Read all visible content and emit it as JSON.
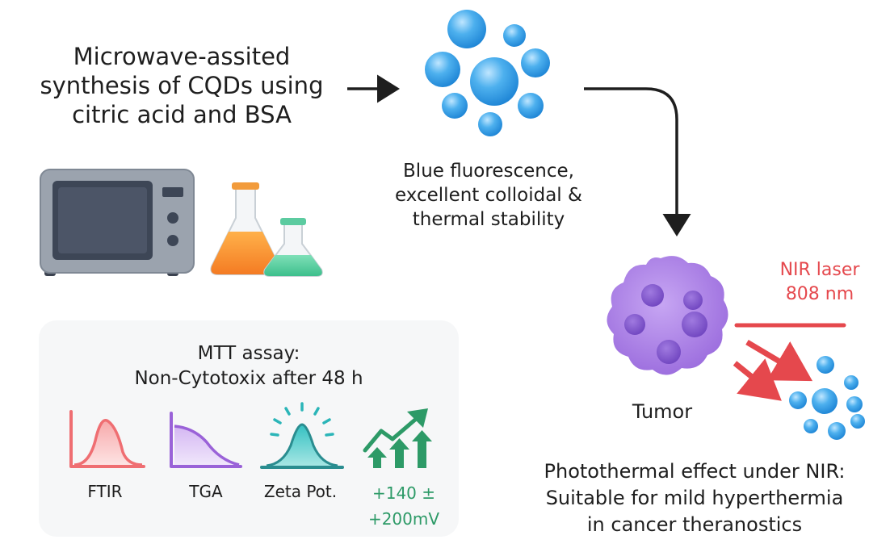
{
  "synthesis": {
    "line1": "Microwave-assited",
    "line2": "synthesis of CQDs using",
    "line3": "citric acid and BSA"
  },
  "properties": {
    "line1": "Blue fluorescence,",
    "line2": "excellent colloidal &",
    "line3": "thermal stability"
  },
  "laser": {
    "line1": "NIR laser",
    "line2": "808 nm"
  },
  "tumor_label": "Tumor",
  "photothermal": {
    "line1": "Photothermal effect under NIR:",
    "line2": "Suitable for mild hyperthermia",
    "line3": "in cancer theranostics"
  },
  "assay": {
    "line1": "MTT assay:",
    "line2": "Non-Cytotoxix after 48 h"
  },
  "characterization": {
    "ftir": "FTIR",
    "tga": "TGA",
    "zeta": "Zeta Pot.",
    "zeta_value_line1": "+140 ±",
    "zeta_value_line2": "+200mV"
  },
  "colors": {
    "dot_blue": "#3aa3e8",
    "tumor_purple": "#a77de0",
    "laser_red": "#e5484d",
    "ftir_red": "#ef6e72",
    "tga_purple": "#9a62d8",
    "zeta_teal": "#2bb5b8",
    "growth_green": "#2d9a67"
  },
  "icons": [
    "arrow-right-icon",
    "quantum-dots-cluster-icon",
    "curved-arrow-down-icon",
    "microwave-icon",
    "orange-flask-icon",
    "green-flask-icon",
    "tumor-cell-icon",
    "laser-beam-icon",
    "ftir-curve-icon",
    "tga-curve-icon",
    "zeta-peak-icon",
    "growth-arrows-icon"
  ]
}
